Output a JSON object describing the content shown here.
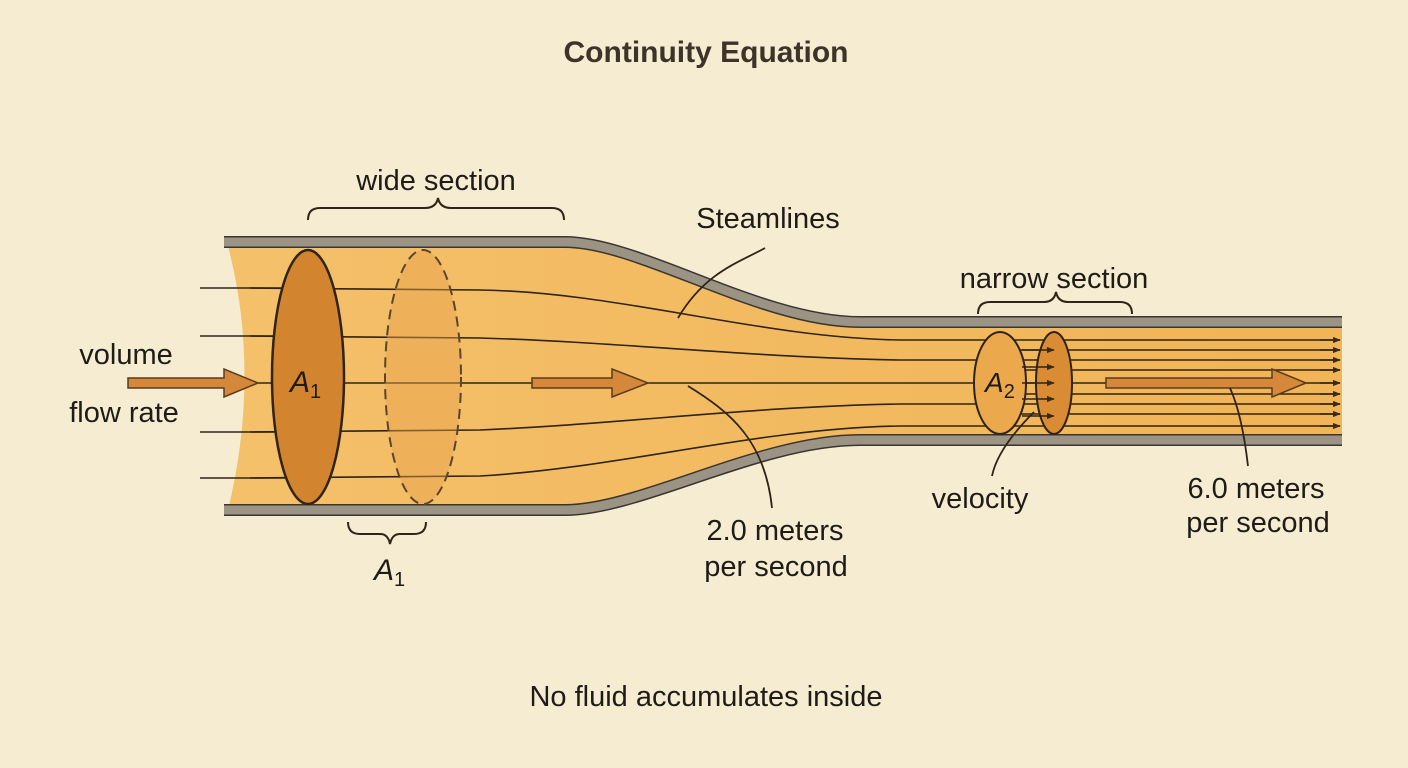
{
  "title": "Continuity Equation",
  "labels": {
    "wide_section": "wide section",
    "streamlines": "Steamlines",
    "narrow_section": "narrow section",
    "volume_flow_line1": "volume",
    "volume_flow_line2": "flow rate",
    "area1_symbol": "A",
    "area1_subscript": "1",
    "area1_bottom_symbol": "A",
    "area1_bottom_subscript": "1",
    "area2_symbol": "A",
    "area2_subscript": "2",
    "velocity": "velocity",
    "speed1_line1": "2.0 meters",
    "speed1_line2": "per second",
    "speed2_line1": "6.0 meters",
    "speed2_line2": "per second"
  },
  "footer": "No fluid accumulates inside",
  "colors": {
    "background": "#f6ecd2",
    "fluid": "#f2b85a",
    "pipe_wall": "#8f887a",
    "cross_section_dark": "#d2852e",
    "arrow": "#c87a30"
  }
}
